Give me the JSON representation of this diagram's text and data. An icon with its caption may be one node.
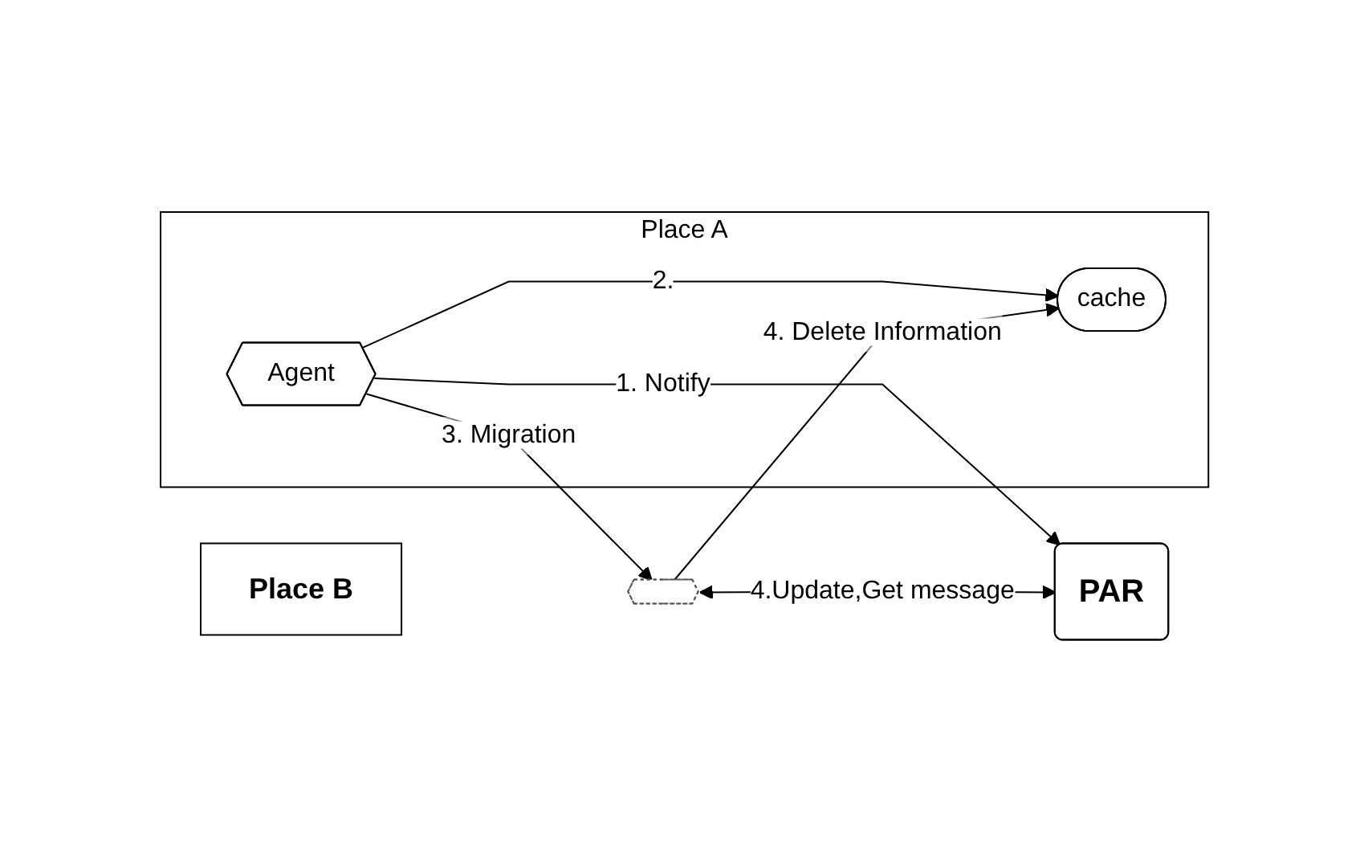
{
  "diagram": {
    "nodes": [
      {
        "text": [
          "PAR"
        ]
      },
      {
        "text": [
          "Place A"
        ]
      },
      {
        "text": [
          "cache"
        ],
        "in": 1
      },
      {
        "text": [
          "Agent"
        ],
        "in": 1
      },
      {
        "text": [
          "Place B"
        ]
      },
      {
        "text": [],
        "shape": "hexagon"
      }
    ],
    "edges": [
      {
        "from": 3,
        "to": 0,
        "arrow": "to",
        "label": "1. Notify"
      },
      {
        "from": 3,
        "to": 2,
        "arrow": "to",
        "label": "2."
      },
      {
        "from": 3,
        "to": 5,
        "arrow": "to",
        "label": "3. Migration"
      },
      {
        "from": 5,
        "to": 0,
        "arrow": "both",
        "label": "4.Update,Get message"
      },
      {
        "from": 5,
        "to": 2,
        "arrow": "to",
        "label": "4. Delete Information"
      }
    ]
  }
}
